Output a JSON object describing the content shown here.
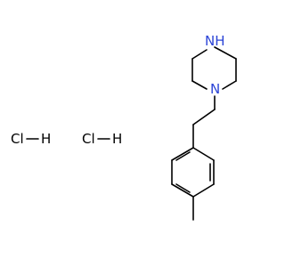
{
  "molecule": {
    "atoms": {
      "n_top": {
        "element": "N",
        "h": "H"
      },
      "n_ring": {
        "element": "N"
      }
    },
    "salts": [
      {
        "cl": "Cl",
        "h": "H"
      },
      {
        "cl": "Cl",
        "h": "H"
      }
    ]
  },
  "colors": {
    "nitrogen": "#2b44d6",
    "bond": "#000000",
    "salt": "#000000"
  }
}
